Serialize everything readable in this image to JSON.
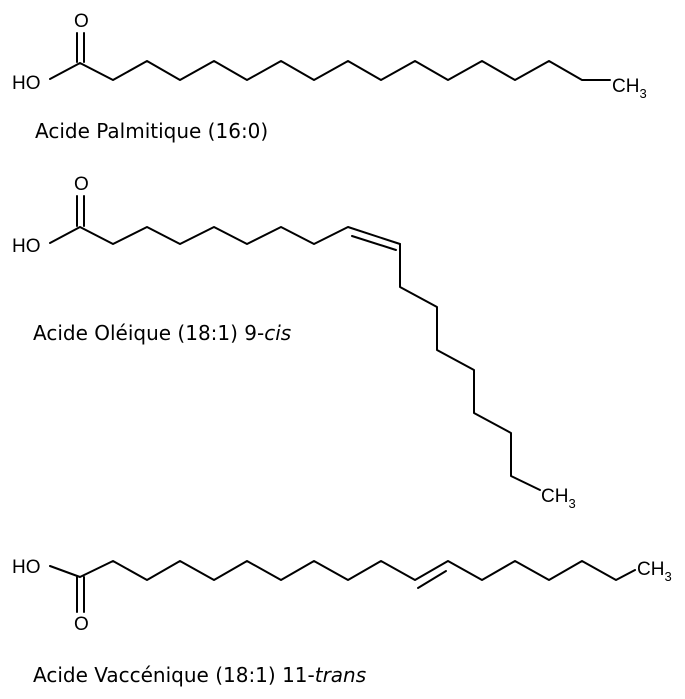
{
  "molecules": [
    {
      "id": "palmitique",
      "name": "Acide Palmitique (16:0)",
      "hydroxyl": "HO",
      "carbonyl_oxygen": "O",
      "methyl": "CH",
      "methyl_subscript": "3"
    },
    {
      "id": "oleique",
      "name_main": "Acide Oléique (18:1) 9-",
      "name_italic": "cis",
      "hydroxyl": "HO",
      "carbonyl_oxygen": "O",
      "methyl": "CH",
      "methyl_subscript": "3"
    },
    {
      "id": "vaccenique",
      "name_main": "Acide Vaccénique (18:1) 11-",
      "name_italic": "trans",
      "hydroxyl": "HO",
      "carbonyl_oxygen": "O",
      "methyl": "CH",
      "methyl_subscript": "3"
    }
  ]
}
